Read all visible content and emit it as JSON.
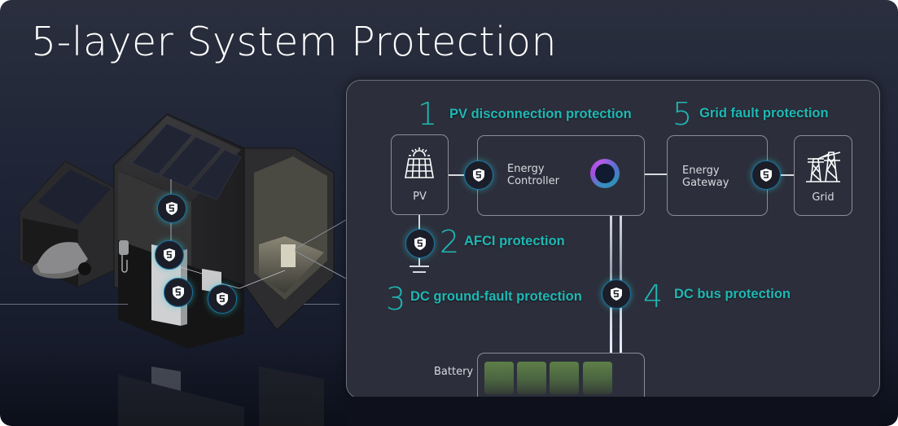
{
  "title": "5-layer System Protection",
  "colors": {
    "accent_teal": "#1fb8b4",
    "panel_bg": "#2c2f3b",
    "battery_cell": "#5e7f48",
    "shield_glow": "#28c8d2"
  },
  "diagram": {
    "nodes": {
      "pv": {
        "label": "PV",
        "icon": "solar-panel-icon"
      },
      "energy_controller": {
        "label_line1": "Energy",
        "label_line2": "Controller",
        "icon": "status-ring-icon"
      },
      "energy_gateway": {
        "label_line1": "Energy",
        "label_line2": "Gateway"
      },
      "grid": {
        "label": "Grid",
        "icon": "power-tower-icon"
      },
      "battery": {
        "label": "Battery",
        "cells": 4
      }
    },
    "protections": [
      {
        "number": "1",
        "label": "PV disconnection protection"
      },
      {
        "number": "2",
        "label": "AFCI protection"
      },
      {
        "number": "3",
        "label": "DC ground-fault protection"
      },
      {
        "number": "4",
        "label": "DC bus protection"
      },
      {
        "number": "5",
        "label": "Grid fault protection"
      }
    ],
    "shield_icon": "S"
  },
  "illustration": {
    "description": "house with solar roof, carport with EV, home battery and inverter",
    "shield_markers": 4
  }
}
